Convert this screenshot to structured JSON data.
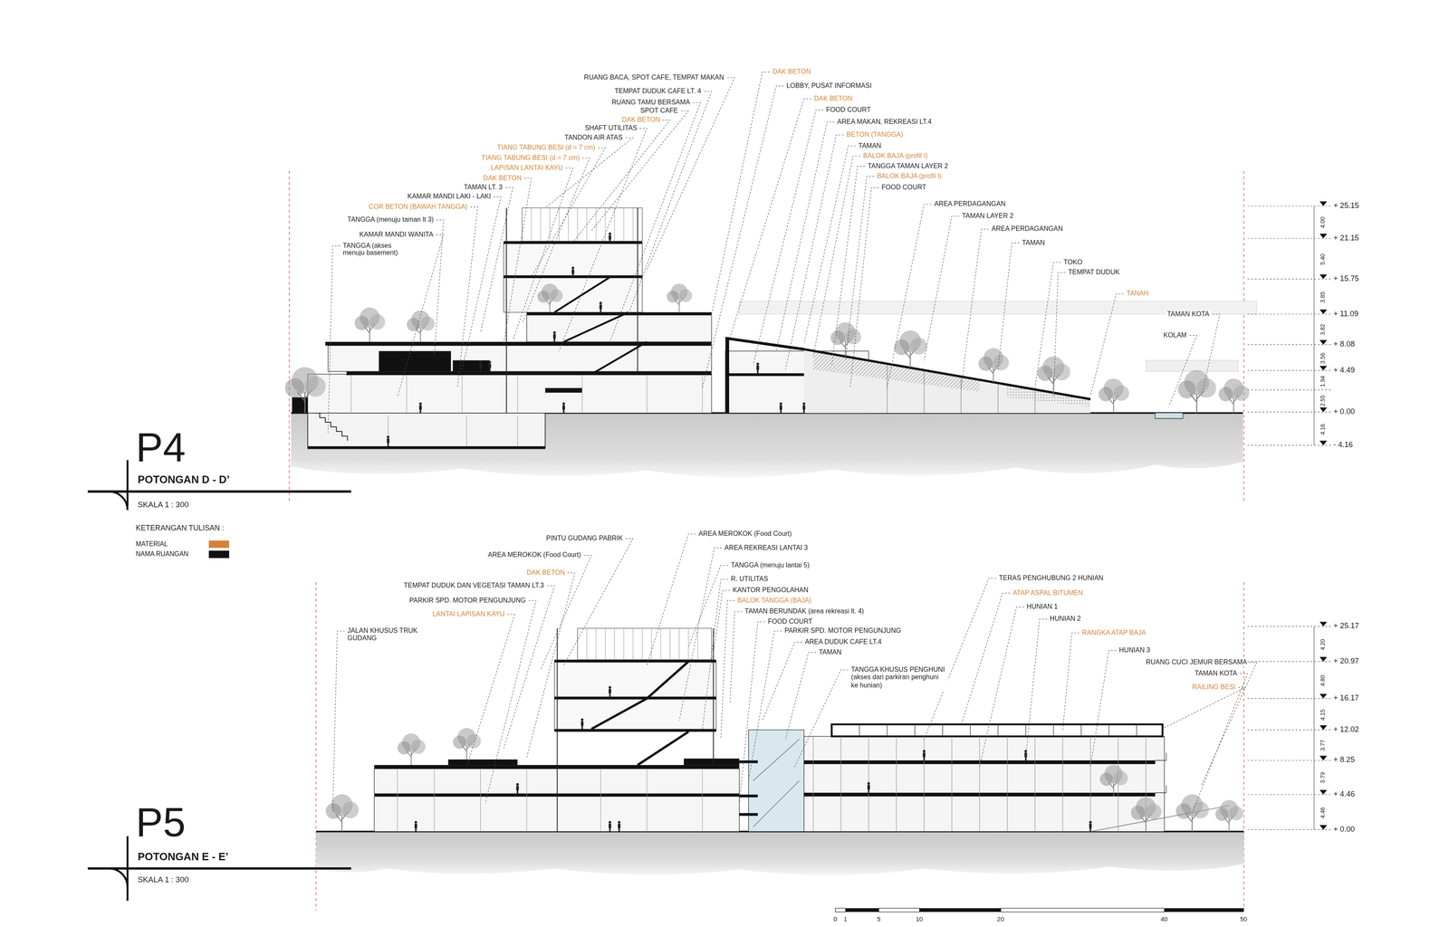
{
  "diagram": {
    "labels": [
      "RUANG BACA, SPOT CAFE, TEMPAT MAKAN",
      "TEMPAT DUDUK CAFE LT. 4",
      "RUANG TAMU BERSAMA",
      "SPOT CAFE",
      "DAK BETON",
      "SHAFT UTILITAS",
      "TANDON AIR ATAS",
      "TIANG TABUNG BESI (d = 7 cm)",
      "TIANG TABUNG BESI (d = 7 cm)",
      "LAPISAN LANTAI KAYU",
      "DAK BETON",
      "TAMAN LT. 3",
      "KAMAR MANDI LAKI - LAKI",
      "COR BETON (BAWAH TANGGA)",
      "TANGGA (menuju taman lt 3)",
      "KAMAR MANDI WANITA",
      "TANGGA (akses menuju basement)",
      "DAK BETON",
      "LOBBY, PUSAT INFORMASI",
      "DAK BETON",
      "FOOD COURT",
      "AREA MAKAN, REKREASI LT.4",
      "BETON (TANGGA)",
      "TAMAN",
      "BALOK BAJA (profil I)",
      "TANGGA TAMAN LAYER 2",
      "BALOK BAJA (profil I)",
      "FOOD COURT",
      "AREA PERDAGANGAN",
      "TAMAN LAYER 2",
      "AREA PERDAGANGAN",
      "TAMAN",
      "TOKO",
      "TEMPAT DUDUK",
      "TANAH",
      "TAMAN KOTA",
      "KOLAM",
      "+ 25.15",
      "+ 21.15",
      "+ 15.75",
      "+ 11.09",
      "+ 8.08",
      "+ 4.49",
      "+ 0.00",
      "- 4.16",
      "4.00",
      "5.40",
      "3.85",
      "3.82",
      "3.56",
      "1.94",
      "2.55",
      "4.16",
      "P4",
      "POTONGAN D - D’",
      "SKALA 1 : 300",
      "KETERANGAN TULISAN :",
      "PINTU GUDANG PABRIK",
      "AREA MEROKOK (Food Court)",
      "DAK BETON",
      "TEMPAT DUDUK DAN VEGETASI TAMAN LT.3",
      "PARKIR SPD. MOTOR PENGUNJUNG",
      "LANTAI LAPISAN KAYU",
      "JALAN KHUSUS TRUK GUDANG",
      "AREA MEROKOK (Food Court)",
      "AREA REKREASI LANTAI 3",
      "TANGGA (menuju lantai 5)",
      "R. UTILITAS",
      "KANTOR PENGOLAHAN",
      "BALOK TANGGA (BAJA)",
      "TAMAN BERUNDAK (area rekreasi lt. 4)",
      "FOOD COURT",
      "PARKIR SPD. MOTOR PENGUNJUNG",
      "AREA DUDUK CAFE LT.4",
      "TAMAN",
      "TANGGA KHUSUS PENGHUNI (akses dari parkiran penghuni ke hunian)",
      "TERAS PENGHUBUNG 2 HUNIAN",
      "ATAP ASPAL BITUMEN",
      "HUNIAN 1",
      "HUNIAN 2",
      "RANGKA ATAP BAJA",
      "HUNIAN 3",
      "RUANG CUCI JEMUR BERSAMA",
      "TAMAN KOTA",
      "RAILING BESI",
      "+ 25.17",
      "+ 20.97",
      "+ 16.17",
      "+ 12.02",
      "+ 8.25",
      "+ 4.46",
      "+ 0.00",
      "4.20",
      "4.80",
      "4.15",
      "3.77",
      "3.79",
      "4.46",
      "P5",
      "POTONGAN E - E’",
      "SKALA 1 : 300",
      "0",
      "1",
      "5",
      "10",
      "20",
      "40",
      "50"
    ],
    "legend": [
      {
        "text": "MATERIAL",
        "color": "#d4843a"
      },
      {
        "text": "NAMA RUANGAN",
        "color": "#111111"
      }
    ]
  }
}
